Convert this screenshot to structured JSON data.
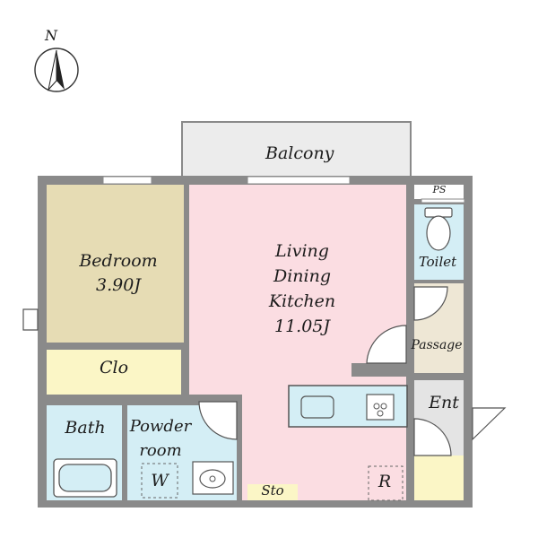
{
  "compass": {
    "label": "N"
  },
  "rooms": {
    "balcony": "Balcony",
    "bedroom": [
      "Bedroom",
      "3.90J"
    ],
    "ldk": [
      "Living",
      "Dining",
      "Kitchen",
      "11.05J"
    ],
    "toilet": "Toilet",
    "passage": "Passage",
    "closet": "Clo",
    "entrance": "Ent",
    "bath": "Bath",
    "powder_room": [
      "Powder",
      "room"
    ],
    "washer": "W",
    "storage": "Sto",
    "refrigerator": "R",
    "pipe_space": "PS"
  },
  "colors": {
    "ldk": "#fbdde2",
    "bedroom": "#e6dcb4",
    "closet": "#fbf6c6",
    "wet_area": "#d4eef5",
    "passage": "#eee7d5",
    "entrance": "#e4e4e4",
    "balcony": "#ececec",
    "storage": "#fbf6c6",
    "wall": "#8a8a8a"
  }
}
